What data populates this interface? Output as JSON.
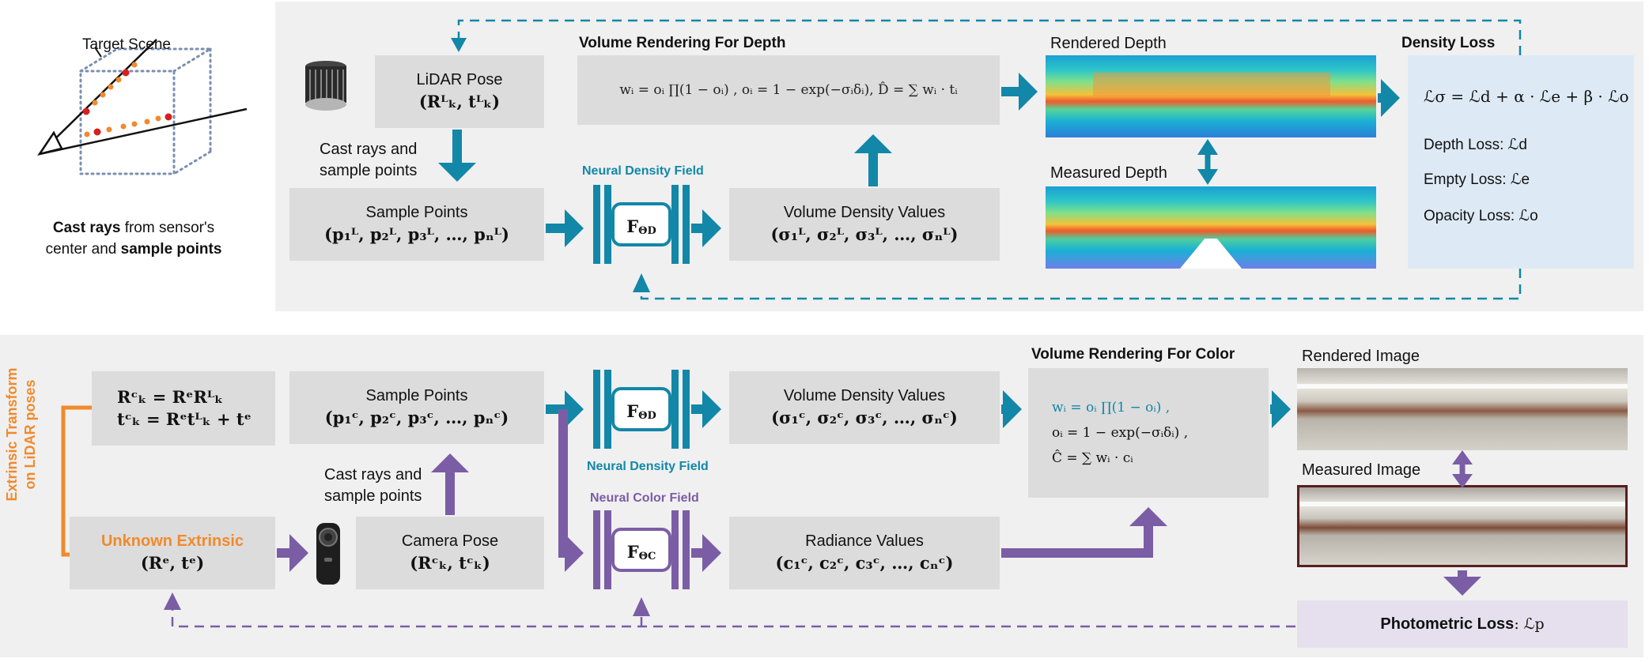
{
  "left_illustration": {
    "target_scene_label": "Target Scene",
    "caption_bold_1": "Cast rays",
    "caption_rest_1": " from sensor's",
    "caption_line2_plain": "center and ",
    "caption_bold_2": "sample points"
  },
  "top": {
    "lidar_pose_title": "LiDAR Pose",
    "lidar_pose_math": "(Rᴸₖ, tᴸₖ)",
    "cast_rays_line1": "Cast rays and",
    "cast_rays_line2": "sample points",
    "sample_points_title": "Sample Points",
    "sample_points_math": "(p₁ᴸ, p₂ᴸ, p₃ᴸ, …, pₙᴸ)",
    "neural_density_field": "Neural Density Field",
    "f_label": "F",
    "f_sub": "ΘD",
    "volume_density_title": "Volume Density Values",
    "volume_density_math": "(σ₁ᴸ, σ₂ᴸ, σ₃ᴸ, …, σₙᴸ)",
    "vr_depth_title": "Volume Rendering For Depth",
    "vr_depth_formula": "wᵢ = oᵢ ∏(1 − oᵢ) , oᵢ = 1 − exp(−σᵢδᵢ), D̂ = ∑ wᵢ · tᵢ",
    "rendered_depth": "Rendered Depth",
    "measured_depth": "Measured Depth",
    "density_loss_title": "Density Loss",
    "density_loss_formula": "ℒσ = ℒd + α · ℒe + β · ℒo",
    "depth_loss": "Depth Loss: ℒd",
    "empty_loss": "Empty Loss: ℒe",
    "opacity_loss": "Opacity Loss: ℒo"
  },
  "bottom": {
    "extrinsic_side_label_1": "Extrinsic Transform",
    "extrinsic_side_label_2": "on LiDAR poses",
    "rc_formula": "Rᶜₖ = RᵉRᴸₖ",
    "tc_formula": "tᶜₖ = Rᵉtᴸₖ + tᵉ",
    "unknown_extrinsic_title": "Unknown Extrinsic",
    "unknown_extrinsic_math": "(Rᵉ, tᵉ)",
    "camera_pose_title": "Camera Pose",
    "camera_pose_math": "(Rᶜₖ, tᶜₖ)",
    "cast_rays_line1": "Cast rays and",
    "cast_rays_line2": "sample points",
    "sample_points_title": "Sample Points",
    "sample_points_math": "(p₁ᶜ, p₂ᶜ, p₃ᶜ, …, pₙᶜ)",
    "neural_density_field": "Neural Density Field",
    "neural_color_field": "Neural Color Field",
    "f_label": "F",
    "f_sub_d": "ΘD",
    "f_sub_c": "ΘC",
    "volume_density_title": "Volume Density Values",
    "volume_density_math": "(σ₁ᶜ, σ₂ᶜ, σ₃ᶜ, …, σₙᶜ)",
    "radiance_title": "Radiance Values",
    "radiance_math": "(c₁ᶜ, c₂ᶜ, c₃ᶜ, …, cₙᶜ)",
    "vr_color_title": "Volume Rendering For Color",
    "vr_color_line1": "wᵢ = oᵢ ∏(1 − oᵢ) ,",
    "vr_color_line2": "oᵢ = 1 − exp(−σᵢδᵢ) ,",
    "vr_color_line3": "Ĉ = ∑ wᵢ · cᵢ",
    "rendered_image": "Rendered Image",
    "measured_image": "Measured Image",
    "photometric_loss_bold": "Photometric Loss",
    "photometric_loss_rest": ": ℒp"
  },
  "colors": {
    "teal": "#1287a8",
    "purple": "#7b5da6",
    "orange": "#f08a2c",
    "panel": "#f0f0f0",
    "box": "#dcdcdc",
    "loss_blue": "#ddeaf5",
    "loss_purple": "#e6e0ee"
  }
}
